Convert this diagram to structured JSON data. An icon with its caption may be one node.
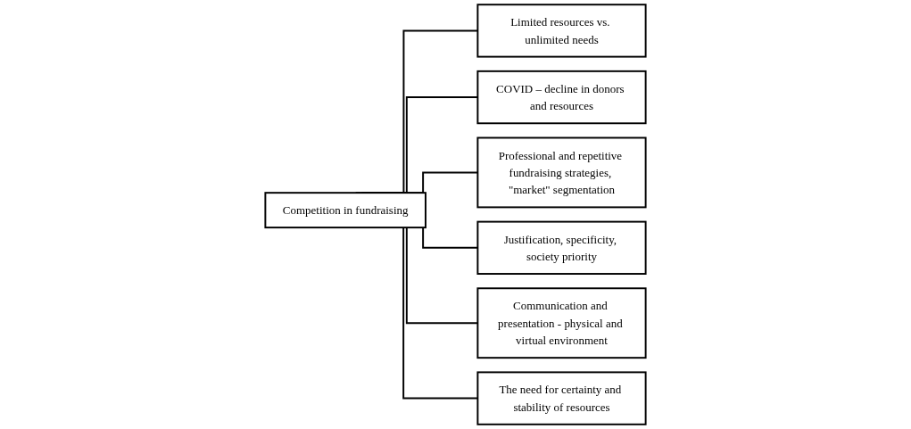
{
  "diagram": {
    "nodes": [
      {
        "text": [
          "Competition in fundraising"
        ]
      },
      {
        "text": [
          "Limited resources vs. unlimited needs"
        ]
      },
      {
        "text": [
          "COVID – decline in donors and resources"
        ]
      },
      {
        "text": [
          "Professional and repetitive fundraising strategies, \"market\" segmentation"
        ]
      },
      {
        "text": [
          "Justification, specificity, society priority"
        ]
      },
      {
        "text": [
          "Communication and presentation - physical and virtual environment"
        ]
      },
      {
        "text": [
          "The need for certainty and stability of resources"
        ]
      }
    ],
    "edges": [
      {
        "from": 0,
        "to": 1,
        "arrow": "none"
      },
      {
        "from": 0,
        "to": 2,
        "arrow": "none"
      },
      {
        "from": 0,
        "to": 3,
        "arrow": "none"
      },
      {
        "from": 0,
        "to": 4,
        "arrow": "none"
      },
      {
        "from": 0,
        "to": 5,
        "arrow": "none"
      },
      {
        "from": 0,
        "to": 6,
        "arrow": "none"
      }
    ]
  }
}
